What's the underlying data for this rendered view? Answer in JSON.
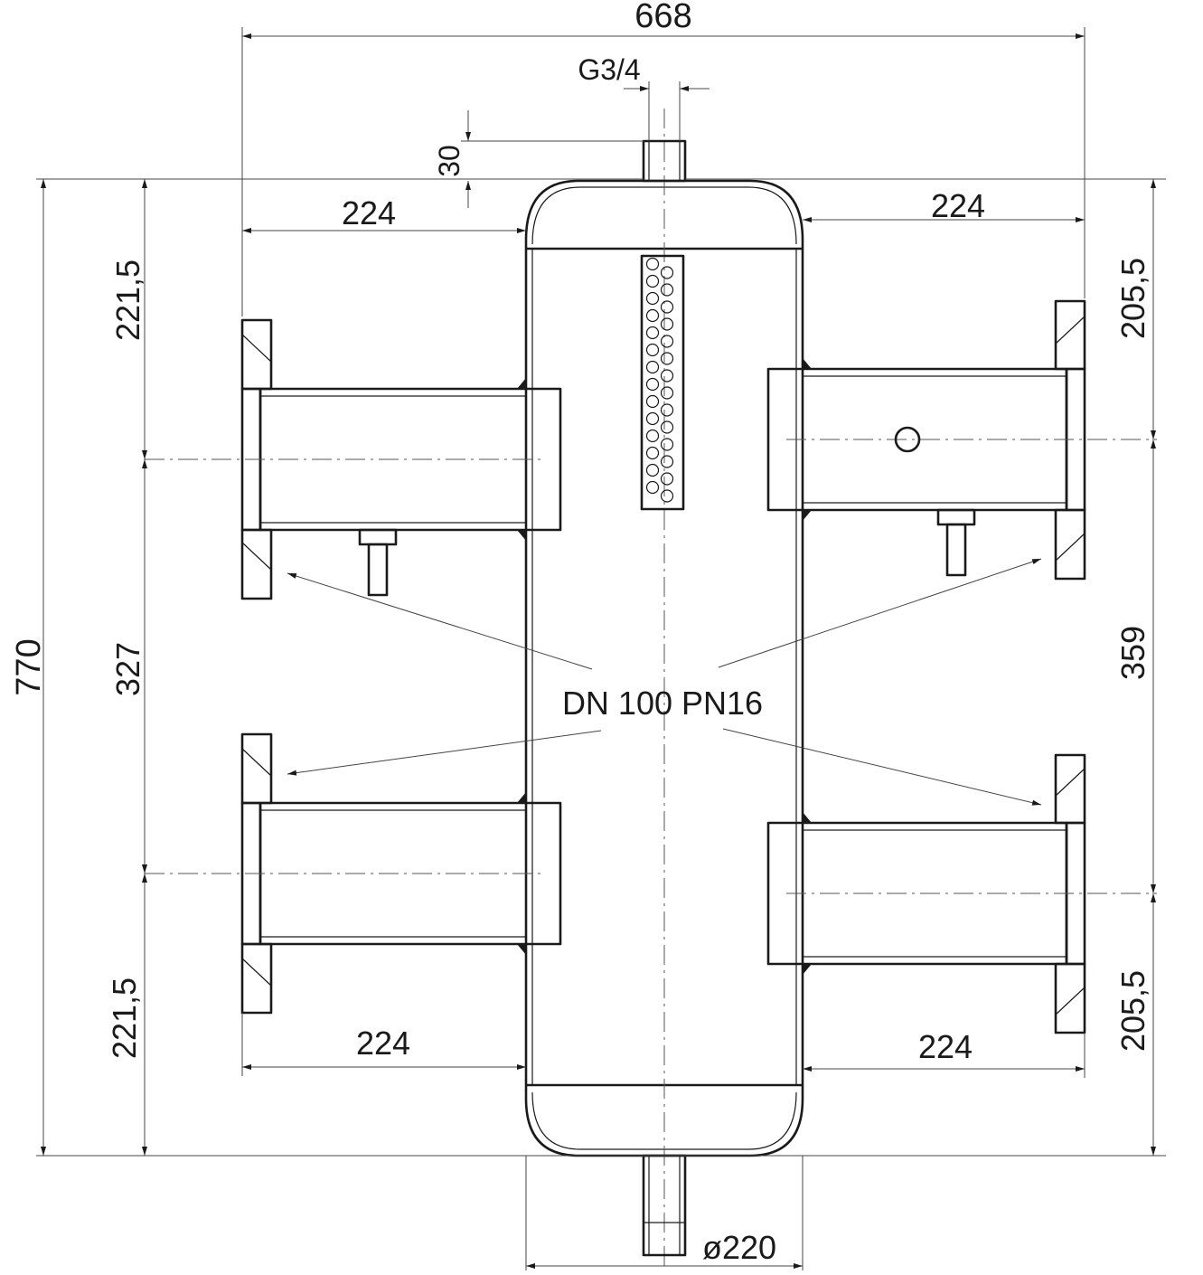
{
  "dimensions": {
    "overall_width": "668",
    "top_fitting_size": "G3/4",
    "top_fitting_height": "30",
    "top_left_offset": "224",
    "top_right_offset": "224",
    "bottom_left_offset": "224",
    "bottom_right_offset": "224",
    "left_top_spacing": "221,5",
    "left_middle_spacing": "327",
    "left_bottom_spacing": "221,5",
    "right_top_spacing": "205,5",
    "right_middle_spacing": "359",
    "right_bottom_spacing": "205,5",
    "overall_height": "770",
    "body_diameter": "ø220"
  },
  "annotation": {
    "flange_label": "DN 100 PN16"
  }
}
